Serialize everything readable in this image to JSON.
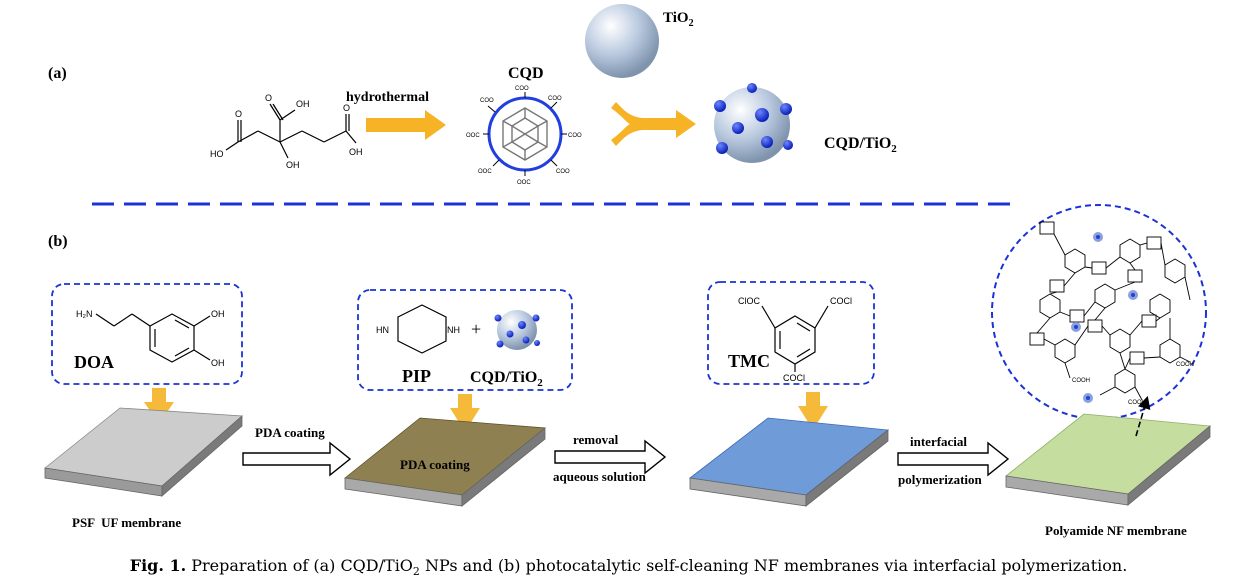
{
  "panel_a": {
    "label": "(a)",
    "hydrothermal": "hydrothermal",
    "cqd": "CQD",
    "tio2": "TiO",
    "tio2_sub": "2",
    "product": "CQD/TiO",
    "product_sub": "2",
    "groups": {
      "oh": "OH",
      "ho": "HO",
      "o": "O",
      "coo": "COO",
      "ooc": "OOC"
    }
  },
  "panel_b": {
    "label": "(b)",
    "doa": "DOA",
    "doa_amine": "H₂N",
    "pip": "PIP",
    "plus": "+",
    "cqd_tio2": "CQD/TiO",
    "cqd_tio2_sub": "2",
    "tmc": "TMC",
    "tmc_groups": {
      "clooc": "ClOC",
      "cocl_r": "COCl",
      "cocl_b": "COCl"
    },
    "nh": "NH",
    "hn": "HN",
    "step1": "PDA coating",
    "membrane1_label": "PSF  UF membrane",
    "membrane2_label": "PDA coating",
    "step2_top": "removal",
    "step2_bottom": "aqueous solution",
    "step3_top": "interfacial",
    "step3_bottom": "polymerization",
    "membrane4_label": "Polyamide NF membrane",
    "cooh": "COOH"
  },
  "caption": {
    "label": "Fig. 1.",
    "text_before": "Preparation of (a) CQD/TiO",
    "sub": "2",
    "text_after": " NPs and (b) photocatalytic self-cleaning NF membranes via interfacial polymerization."
  },
  "colors": {
    "arrow_orange": "#f5b325",
    "cqd_blue": "#1f3fe0",
    "sphere_gray": "#a9bcd6",
    "dash_blue": "#1b33d6",
    "membrane_gray": "#cccccc",
    "membrane_olive": "#8f8051",
    "membrane_blue": "#6f9bd8",
    "membrane_green": "#c5dea0"
  }
}
